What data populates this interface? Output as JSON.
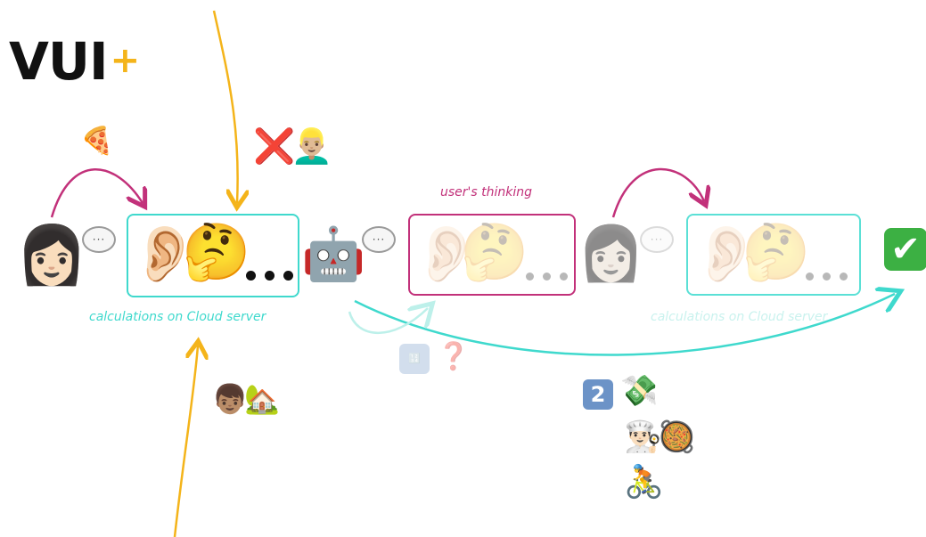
{
  "logo": {
    "text": "VUI",
    "plus": "+"
  },
  "labels": {
    "calc_left": "calculations on Cloud server",
    "calc_right": "calculations on Cloud server",
    "thinking": "user's thinking"
  },
  "icons": {
    "woman": "👩🏻",
    "woman_faded": "👩🏻",
    "speech": "···",
    "ear": "👂🏻",
    "thinking": "🤔",
    "robot": "🤖",
    "pizza": "🍕",
    "cross": "❌",
    "man": "👱🏼‍♂️",
    "boy": "👦🏽",
    "house": "🏡",
    "keycap_numbers": "🔢",
    "question": "❓",
    "keycap_two": "2",
    "money": "💸",
    "cook": "👨🏻‍🍳",
    "paella": "🥘",
    "cyclist": "🚴",
    "check": "✔"
  },
  "colors": {
    "teal": "#3fd9cd",
    "pink": "#c2317a",
    "yellow": "#f4b41a"
  }
}
